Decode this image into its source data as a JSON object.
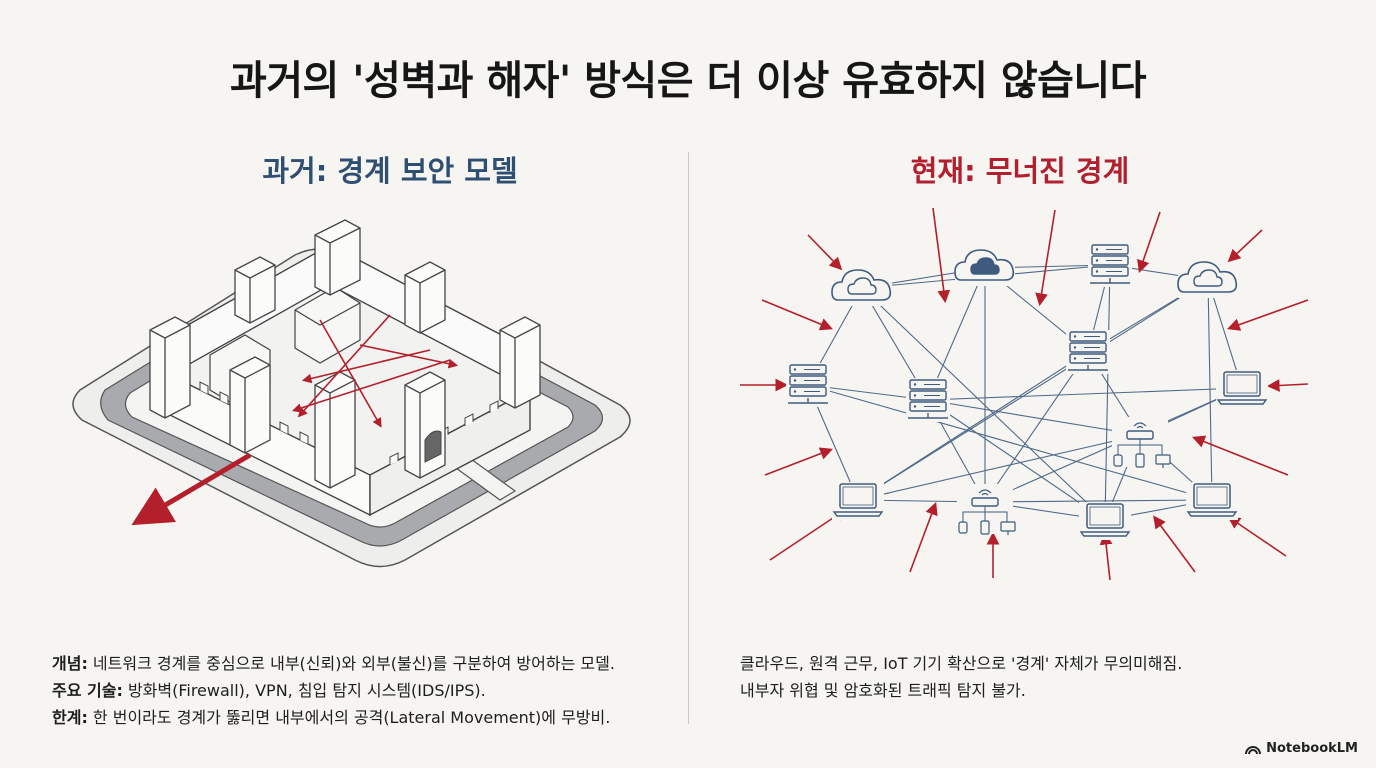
{
  "title": "과거의 '성벽과 해자' 방식은 더 이상 유효하지 않습니다",
  "left": {
    "heading": "과거: 경계 보안 모델",
    "notes": [
      {
        "label": "개념:",
        "text": " 네트워크 경계를 중심으로 내부(신뢰)와 외부(불신)를 구분하여 방어하는 모델."
      },
      {
        "label": "주요 기술:",
        "text": " 방화벽(Firewall), VPN, 침입 탐지 시스템(IDS/IPS)."
      },
      {
        "label": "한계:",
        "text": " 한 번이라도 경계가 뚫리면 내부에서의 공격(Lateral Movement)에 무방비."
      }
    ]
  },
  "right": {
    "heading": "현재: 무너진 경계",
    "notes": [
      "클라우드, 원격 근무, IoT 기기 확산으로 '경계' 자체가 무의미해짐.",
      "내부자 위협 및 암호화된 트래픽 탐지 불가."
    ]
  },
  "brand": "NotebookLM",
  "colors": {
    "left_heading": "#2f4f72",
    "right_heading": "#b0202f",
    "attack_arrow": "#b3202c",
    "network_line": "#3e5b7e"
  },
  "icons": [
    "castle-illustration",
    "cloud-icon",
    "server-icon",
    "laptop-icon",
    "router-icon",
    "iot-device-icon",
    "attack-arrow-icon",
    "notebooklm-logo-icon"
  ]
}
